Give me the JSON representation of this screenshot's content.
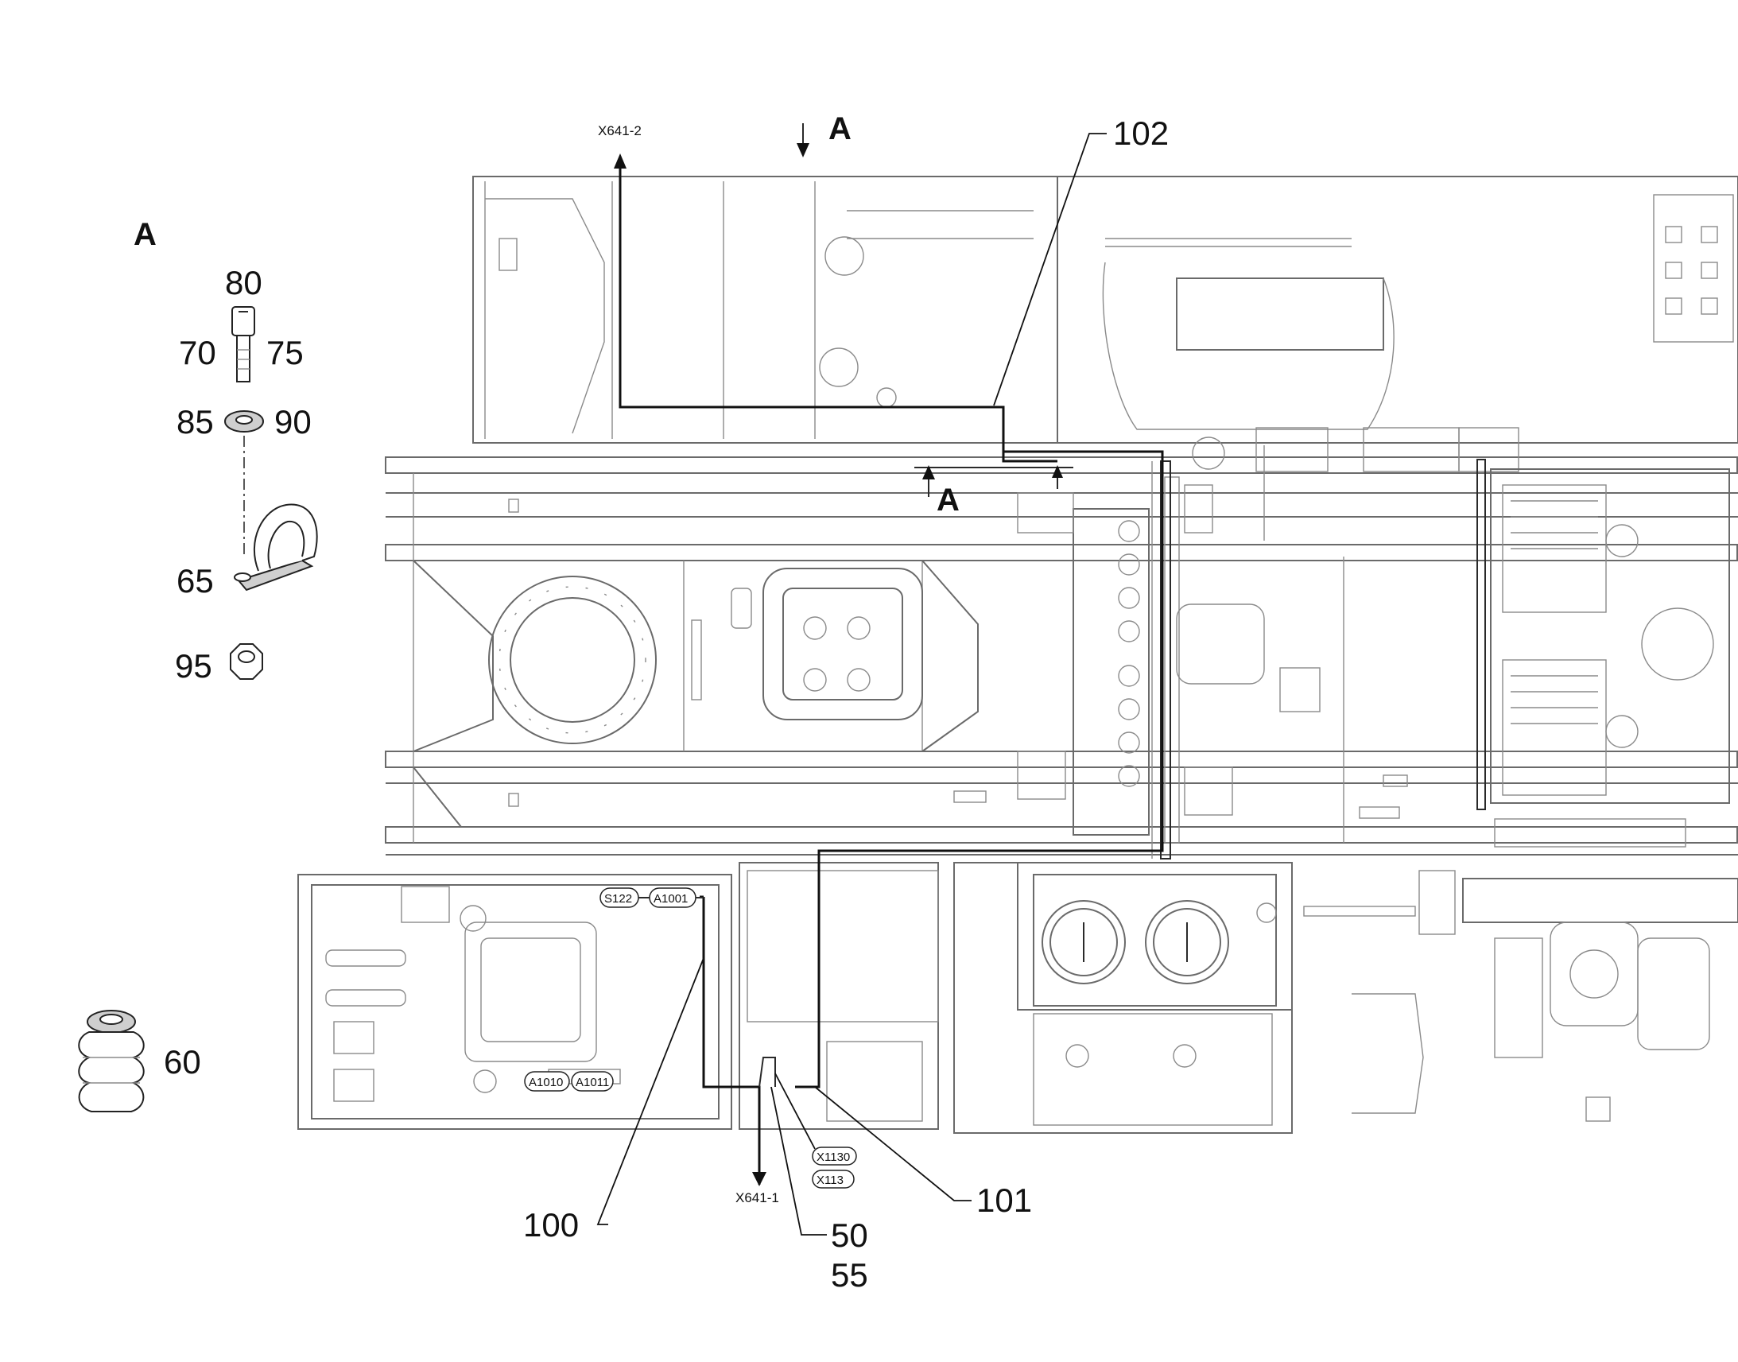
{
  "section_labels": {
    "view": "A",
    "arrow_top": "A",
    "arrow_mid": "A"
  },
  "connectors": {
    "top": "X641-2",
    "bottom": "X641-1"
  },
  "items": {
    "p80": "80",
    "p70": "70",
    "p75": "75",
    "p85": "85",
    "p90": "90",
    "p65": "65",
    "p95": "95",
    "p60": "60",
    "p100": "100",
    "p101": "101",
    "p102": "102",
    "p50": "50",
    "p55": "55"
  },
  "tags": {
    "s122": "S122",
    "a1001": "A1001",
    "a1010": "A1010",
    "a1011": "A1011",
    "x1130": "X1130",
    "x113": "X113"
  }
}
